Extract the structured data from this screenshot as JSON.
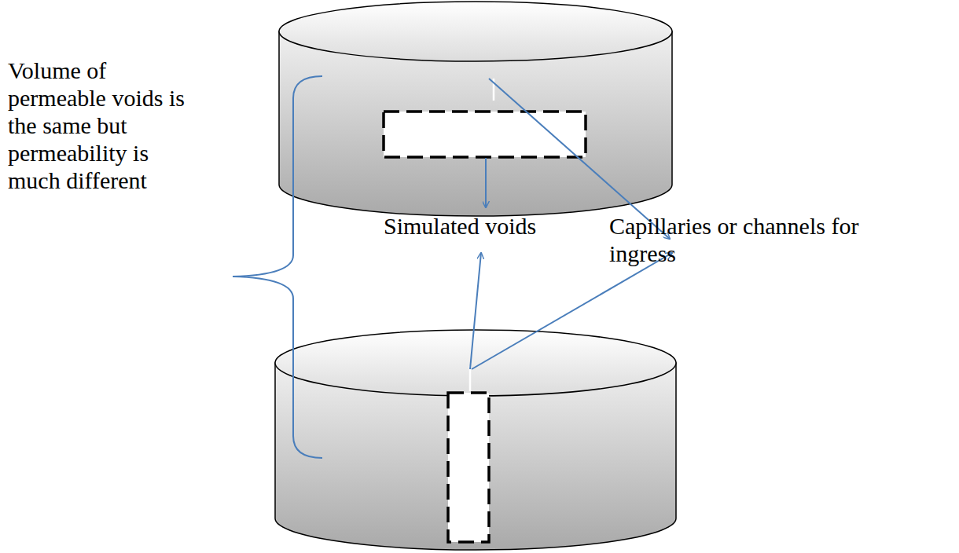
{
  "diagram": {
    "labels": [
      "Volume of permeable voids is the same but permeability is much different",
      "Simulated voids",
      "Capillaries or channels for ingress"
    ]
  }
}
